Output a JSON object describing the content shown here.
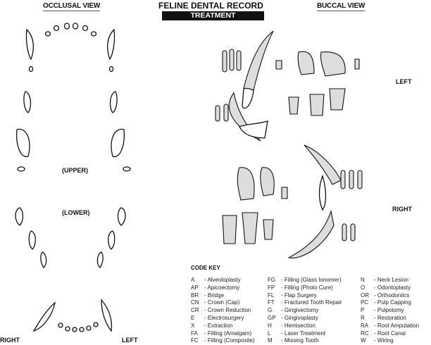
{
  "header": {
    "occlusal_view": "OCCLUSAL VIEW",
    "title": "FELINE DENTAL RECORD",
    "subtitle": "TREATMENT",
    "buccal_view": "BUCCAL VIEW"
  },
  "occlusal": {
    "upper": "(UPPER)",
    "lower": "(LOWER)",
    "right": "RIGHT",
    "left": "LEFT"
  },
  "buccal": {
    "left": "LEFT",
    "right": "RIGHT"
  },
  "code_key": {
    "title": "CODE KEY",
    "columns": [
      [
        {
          "code": "A",
          "desc": "- Alveoloplasty"
        },
        {
          "code": "AP",
          "desc": "- Apicoectomy"
        },
        {
          "code": "BR",
          "desc": "- Bridge"
        },
        {
          "code": "CN",
          "desc": "- Crown (Cap)"
        },
        {
          "code": "CR",
          "desc": "- Crown Reduction"
        },
        {
          "code": "E",
          "desc": "- Electrosurgery"
        },
        {
          "code": "X",
          "desc": "- Extraction"
        },
        {
          "code": "FA",
          "desc": "- Filling (Amalgam)"
        },
        {
          "code": "FC",
          "desc": "- Filling (Composite)"
        }
      ],
      [
        {
          "code": "FG",
          "desc": "- Filling (Glass Ionomer)"
        },
        {
          "code": "FP",
          "desc": "- Filling (Photo Cure)"
        },
        {
          "code": "FL",
          "desc": "- Flap Surgery"
        },
        {
          "code": "FT",
          "desc": "- Fractured Tooth Repair"
        },
        {
          "code": "G",
          "desc": "- Gingivectomy"
        },
        {
          "code": "GP",
          "desc": "- Gingivoplasty"
        },
        {
          "code": "H",
          "desc": "- Hemisection"
        },
        {
          "code": "L",
          "desc": "- Laser Treatment"
        },
        {
          "code": "M",
          "desc": "- Missing Tooth"
        }
      ],
      [
        {
          "code": "N",
          "desc": "- Neck Lesion"
        },
        {
          "code": "O",
          "desc": "- Odontoplasty"
        },
        {
          "code": "OR",
          "desc": "- Orthodontics"
        },
        {
          "code": "PC",
          "desc": "- Pulp Capping"
        },
        {
          "code": "P",
          "desc": "- Pulpotomy"
        },
        {
          "code": "R",
          "desc": "- Restoration"
        },
        {
          "code": "RA",
          "desc": "- Root Amputation"
        },
        {
          "code": "RC",
          "desc": "- Root Canal"
        },
        {
          "code": "W",
          "desc": "- Wiring"
        }
      ]
    ]
  }
}
